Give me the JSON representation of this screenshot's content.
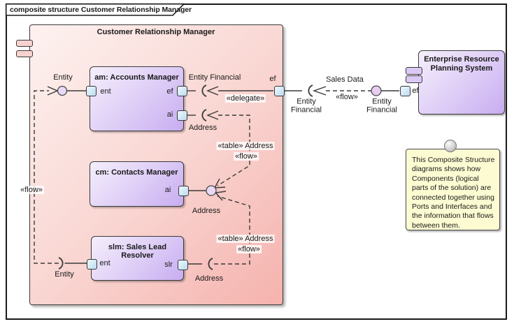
{
  "diagram": {
    "tab_title": "composite structure Customer Relationship Manager"
  },
  "crm": {
    "title": "Customer Relationship Manager",
    "port_ef": "ef"
  },
  "components": {
    "am": {
      "title": "am: Accounts Manager",
      "port_ent": "ent",
      "port_ef": "ef",
      "port_ai": "ai"
    },
    "cm": {
      "title": "cm: Contacts Manager",
      "port_ai": "ai"
    },
    "slm": {
      "title": "slm: Sales Lead Resolver",
      "port_ent": "ent",
      "port_slr": "slr"
    },
    "erp": {
      "title": "Enterprise Resource Planning System",
      "port_ef": "ef"
    }
  },
  "labels": {
    "entity_top": "Entity",
    "entity_financial_inner": "Entity Financial",
    "delegate": "«delegate»",
    "address_am": "Address",
    "table_address_upper": "«table» Address",
    "flow_upper": "«flow»",
    "address_cm": "Address",
    "table_address_lower": "«table» Address",
    "flow_lower": "«flow»",
    "entity_slm": "Entity",
    "address_slm": "Address",
    "flow_left": "«flow»",
    "sales_data": "Sales Data",
    "flow_right": "«flow»",
    "entity_financial_mid": "Entity Financial",
    "entity_financial_right": "Entity Financial"
  },
  "note": {
    "text": "This Composite Structure diagrams shows how Components (logical parts of the solution) are connected together using Ports and Interfaces and the information that flows between them."
  },
  "colors": {
    "crm_fill_start": "#FDF2F0",
    "crm_fill_end": "#F5B2AD",
    "component_fill_start": "#F5EFFC",
    "component_fill_end": "#C8ADF0",
    "port_fill": "#BCDCF0",
    "ball_fill": "#E9D9F6",
    "sales_ball_fill": "#E7CDF0",
    "note_fill": "#FCFBD2",
    "line": "#3A3A3A"
  }
}
